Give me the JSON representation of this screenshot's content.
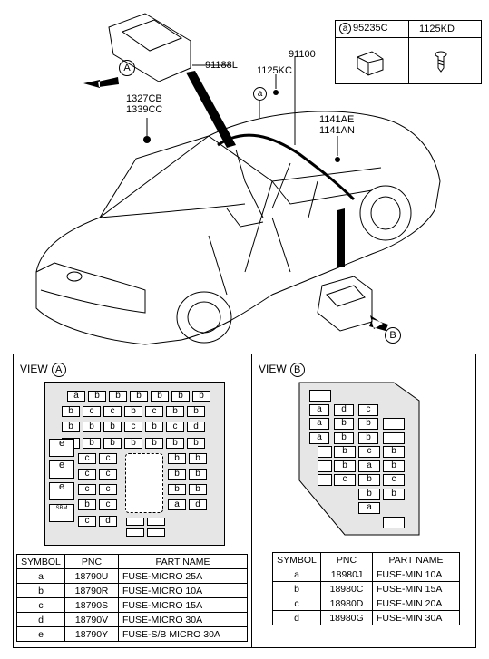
{
  "callouts": {
    "c91188L": "91188L",
    "c91100": "91100",
    "c1125KC": "1125KC",
    "c1327CB": "1327CB",
    "c1339CC": "1339CC",
    "c1141AE": "1141AE",
    "c1141AN": "1141AN",
    "ref_a": "a",
    "marker_A": "A",
    "marker_B": "B"
  },
  "legend": {
    "col1_letter": "a",
    "col1_pnc": "95235C",
    "col2_pnc": "1125KD"
  },
  "view_a": {
    "title": "VIEW",
    "letter": "A",
    "rows": [
      [
        "a",
        "b",
        "b",
        "b",
        "b",
        "b",
        "b"
      ],
      [
        "b",
        "c",
        "c",
        "b",
        "c",
        "b",
        "b"
      ],
      [
        "b",
        "b",
        "b",
        "c",
        "b",
        "c",
        "d"
      ],
      [
        "b",
        "b",
        "b",
        "b",
        "b",
        "b",
        "b"
      ],
      [
        "c",
        "c",
        "b",
        "b"
      ],
      [
        "c",
        "c",
        "b",
        "b"
      ],
      [
        "c",
        "c",
        "b",
        "b"
      ],
      [
        "b",
        "c",
        "a",
        "d"
      ],
      [
        "c",
        "d"
      ]
    ],
    "side": [
      "e",
      "e",
      "e",
      "SBM"
    ],
    "table": {
      "headers": [
        "SYMBOL",
        "PNC",
        "PART NAME"
      ],
      "rows": [
        [
          "a",
          "18790U",
          "FUSE-MICRO 25A"
        ],
        [
          "b",
          "18790R",
          "FUSE-MICRO 10A"
        ],
        [
          "c",
          "18790S",
          "FUSE-MICRO 15A"
        ],
        [
          "d",
          "18790V",
          "FUSE-MICRO 30A"
        ],
        [
          "e",
          "18790Y",
          "FUSE-S/B MICRO 30A"
        ]
      ]
    }
  },
  "view_b": {
    "title": "VIEW",
    "letter": "B",
    "rows": [
      [
        "",
        "",
        ""
      ],
      [
        "a",
        "d",
        "c"
      ],
      [
        "a",
        "b",
        "b"
      ],
      [
        "a",
        "b",
        "b"
      ],
      [
        "b",
        "c",
        "b"
      ],
      [
        "b",
        "a",
        "b"
      ],
      [
        "c",
        "b",
        "c"
      ],
      [
        "b",
        "b"
      ],
      [
        "a"
      ]
    ],
    "table": {
      "headers": [
        "SYMBOL",
        "PNC",
        "PART NAME"
      ],
      "rows": [
        [
          "a",
          "18980J",
          "FUSE-MIN 10A"
        ],
        [
          "b",
          "18980C",
          "FUSE-MIN 15A"
        ],
        [
          "c",
          "18980D",
          "FUSE-MIN 20A"
        ],
        [
          "d",
          "18980G",
          "FUSE-MIN 30A"
        ]
      ]
    }
  }
}
